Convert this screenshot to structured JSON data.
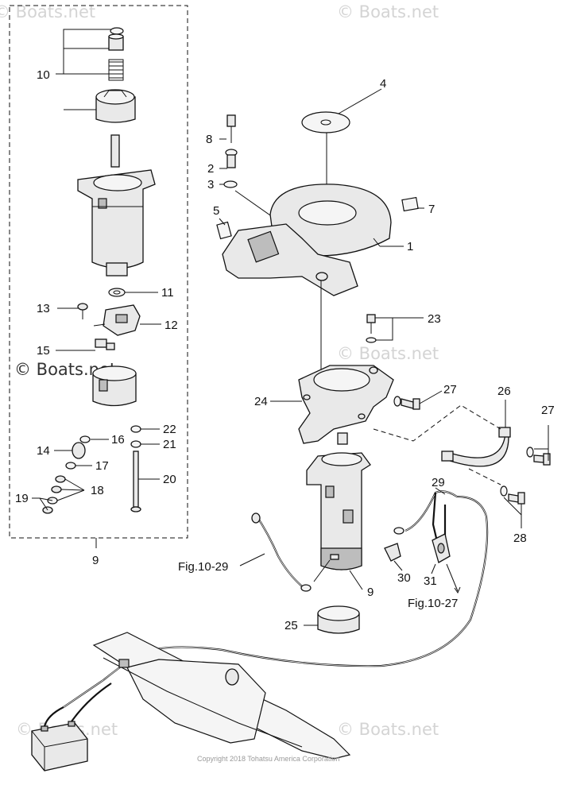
{
  "watermarks": {
    "top_left": "© Boats.net",
    "top_right": "© Boats.net",
    "mid_left": "© Boats.net",
    "mid_right": "© Boats.net",
    "bottom_left": "© Boats.net",
    "bottom_right": "© Boats.net"
  },
  "copyright": "Copyright 2018 Tohatsu America Corporation",
  "labels": {
    "p1": "1",
    "p2": "2",
    "p3": "3",
    "p4": "4",
    "p5": "5",
    "p7": "7",
    "p8": "8",
    "p9_box": "9",
    "p9_starter": "9",
    "p10": "10",
    "p11": "11",
    "p12": "12",
    "p13": "13",
    "p14": "14",
    "p15": "15",
    "p16": "16",
    "p17": "17",
    "p18": "18",
    "p19": "19",
    "p20": "20",
    "p21": "21",
    "p22": "22",
    "p23": "23",
    "p24": "24",
    "p25": "25",
    "p26": "26",
    "p27_a": "27",
    "p27_b": "27",
    "p28": "28",
    "p29": "29",
    "p30": "30",
    "p31": "31",
    "fig_left": "Fig.10-29",
    "fig_right": "Fig.10-27"
  }
}
